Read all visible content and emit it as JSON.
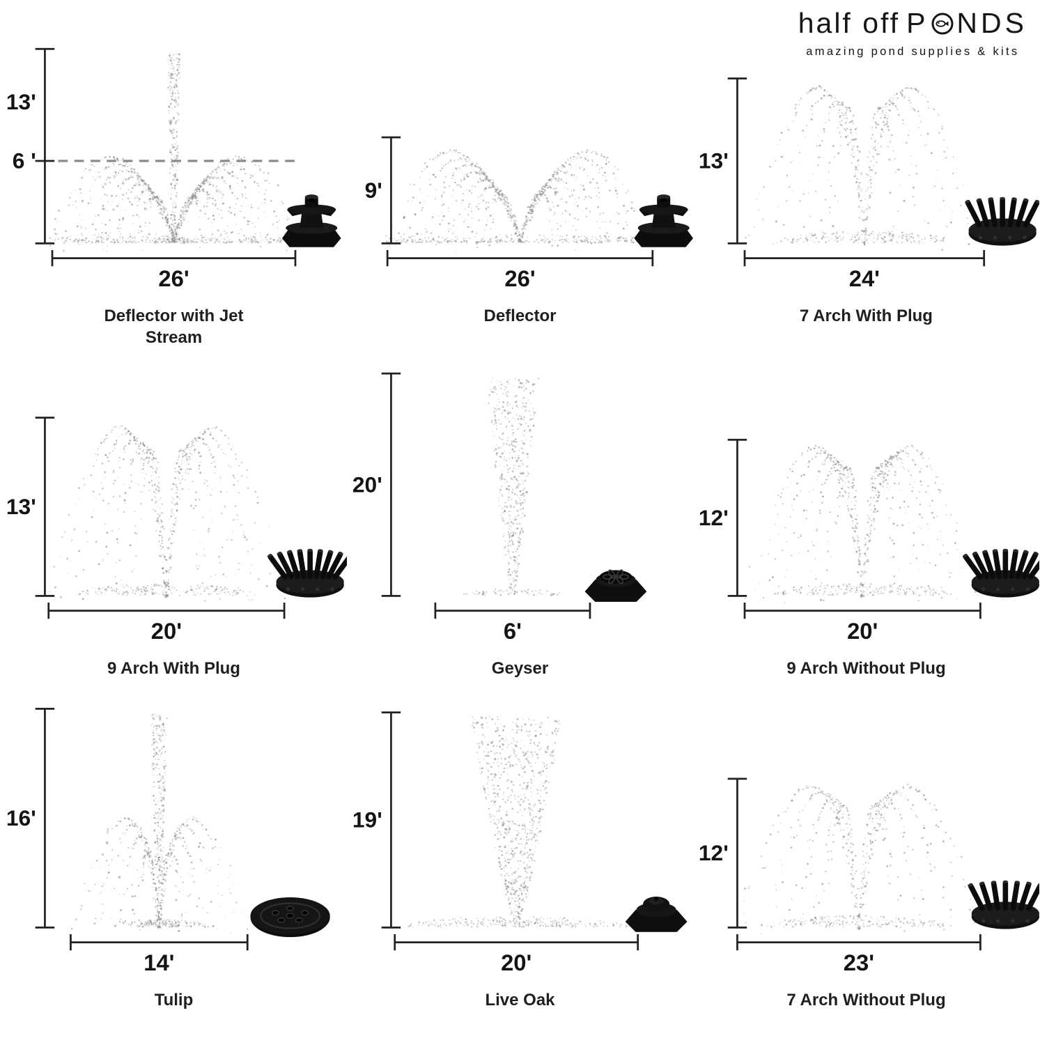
{
  "logo": {
    "light": "half off",
    "ponds_pre": "P",
    "ponds_post": "NDS",
    "tagline": "amazing pond supplies & kits"
  },
  "cells": [
    {
      "name": "Deflector with Jet Stream",
      "height": "13'",
      "height2": "6 '",
      "width": "26'",
      "spray_type": "deflector-with-jet",
      "nozzle_type": "deflector-nozzle"
    },
    {
      "name": "Deflector",
      "height": "9'",
      "width": "26'",
      "spray_type": "deflector",
      "nozzle_type": "deflector-nozzle"
    },
    {
      "name": "7 Arch With Plug",
      "height": "13'",
      "width": "24'",
      "spray_type": "7-arch",
      "nozzle_type": "7-port-cluster-nozzle"
    },
    {
      "name": "9 Arch With Plug",
      "height": "13'",
      "width": "20'",
      "spray_type": "9-arch",
      "nozzle_type": "9-port-cluster-nozzle"
    },
    {
      "name": "Geyser",
      "height": "20'",
      "width": "6'",
      "spray_type": "geyser-column",
      "nozzle_type": "geyser-cap-nozzle"
    },
    {
      "name": "9 Arch Without Plug",
      "height": "12'",
      "width": "20'",
      "spray_type": "9-arch",
      "nozzle_type": "9-port-cluster-nozzle"
    },
    {
      "name": "Tulip",
      "height": "16'",
      "width": "14'",
      "spray_type": "tulip",
      "nozzle_type": "tulip-disc-nozzle"
    },
    {
      "name": "Live Oak",
      "height": "19'",
      "width": "20'",
      "spray_type": "live-oak-column",
      "nozzle_type": "live-oak-cap-nozzle"
    },
    {
      "name": "7 Arch Without Plug",
      "height": "12'",
      "width": "23'",
      "spray_type": "7-arch",
      "nozzle_type": "7-port-cluster-nozzle"
    }
  ]
}
